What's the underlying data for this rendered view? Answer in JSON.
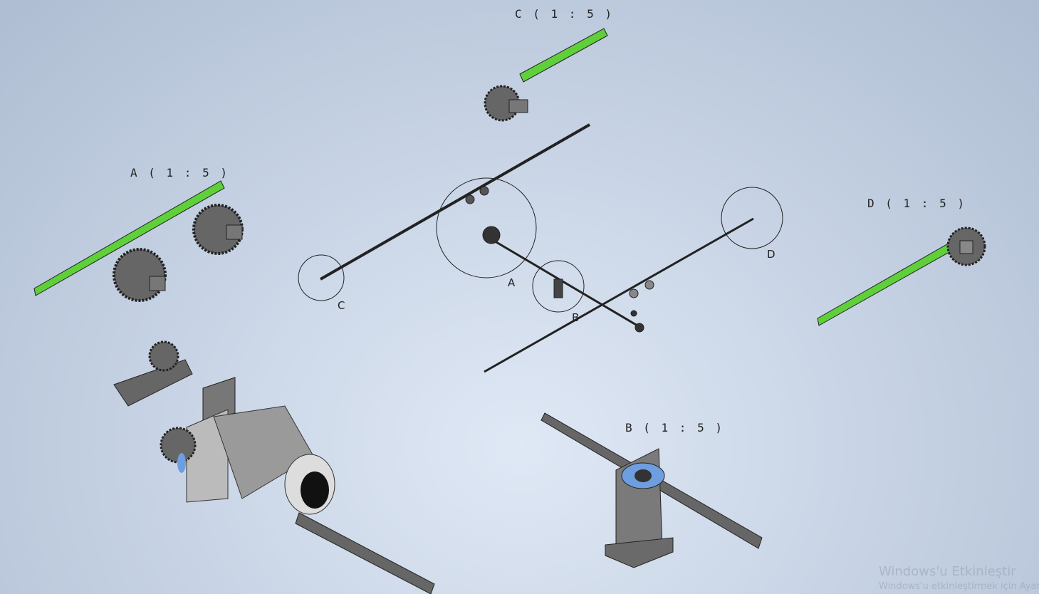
{
  "view_labels": {
    "c": "C ( 1 : 5 )",
    "a": "A ( 1 : 5 )",
    "d": "D ( 1 : 5 )",
    "b": "B ( 1 : 5 )"
  },
  "detail_markers": {
    "c": "C",
    "a": "A",
    "b": "B",
    "d": "D"
  },
  "watermark": {
    "title": "Windows'u Etkinleştir",
    "subtitle": "Windows'u etkinleştirmek için Ayarlar'a"
  },
  "colors": {
    "rail_green": "#5fd03a",
    "steel": "#555555",
    "bearing_blue": "#6e9ee0"
  }
}
